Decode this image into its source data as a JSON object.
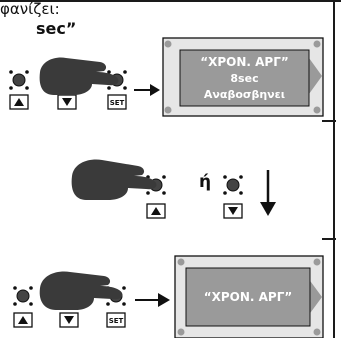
{
  "caption": {
    "line1": "φανίζει:",
    "line2": "sec”"
  },
  "step1": {
    "display": {
      "line1": "“ΧΡΟΝ. ΑΡΓ”",
      "line2": "8sec",
      "line3": "Αναβοσβηνει"
    }
  },
  "step2": {
    "or_label": "ή"
  },
  "step3": {
    "display": {
      "line1": "“ΧΡΟΝ. ΑΡΓ”"
    }
  },
  "buttons": {
    "set_label": "SET"
  },
  "colors": {
    "lcd_bg": "#9a9a9a",
    "lcd_outer": "#e6e6e6",
    "hand": "#3a3a3a",
    "line": "#1a1a1a"
  },
  "icons": [
    "button-icon",
    "up-arrow-icon",
    "down-arrow-icon",
    "hand-pointer-icon",
    "right-arrow-icon",
    "down-long-arrow-icon"
  ]
}
